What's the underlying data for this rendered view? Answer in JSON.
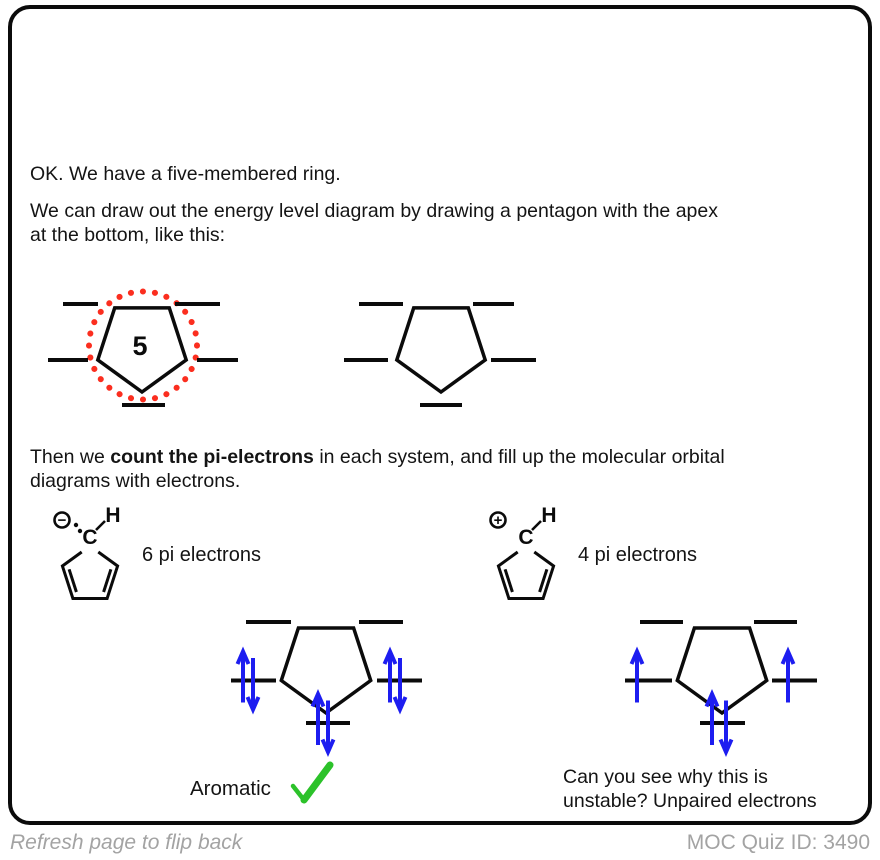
{
  "colors": {
    "ink": "#0b0b0b",
    "accent_red": "#fb2e1f",
    "electron_blue": "#1d1df0",
    "check_green": "#2cc22a",
    "footer_gray": "#a3a3a3"
  },
  "intro": {
    "line1": "OK. We have a five-membered ring."
  },
  "instruction": {
    "line1": "We can draw out the energy level diagram by drawing a pentagon with the apex",
    "line2": "at the bottom, like this:"
  },
  "count_text": {
    "pre": "Then we ",
    "bold": "count the pi-electrons",
    "post": " in each system, and fill up the molecular orbital",
    "line2": "diagrams with electrons."
  },
  "frost_circle": {
    "vertex_count_label": "5",
    "ring_size": 5,
    "energy_levels": [
      "1 lowest (apex)",
      "2 degenerate middle",
      "2 degenerate top"
    ]
  },
  "molecules": {
    "anion": {
      "carbon_label": "C",
      "hydrogen_label": "H",
      "charge_symbol": "−",
      "charge": "negative",
      "lone_pair": true,
      "caption": "6 pi electrons"
    },
    "cation": {
      "carbon_label": "C",
      "hydrogen_label": "H",
      "charge_symbol": "+",
      "charge": "positive",
      "lone_pair": false,
      "caption": "4 pi electrons"
    }
  },
  "mo_left": {
    "electron_count": 6,
    "occupancy": {
      "bottom": "paired",
      "middle_left": "paired",
      "middle_right": "paired",
      "top_left": "empty",
      "top_right": "empty"
    },
    "result_label": "Aromatic",
    "result_icon": "check-mark"
  },
  "mo_right": {
    "electron_count": 4,
    "occupancy": {
      "bottom": "paired",
      "middle_left": "single-up",
      "middle_right": "single-up",
      "top_left": "empty",
      "top_right": "empty"
    },
    "caption_line1": "Can you see why this is",
    "caption_line2": "unstable? Unpaired electrons"
  },
  "footer": {
    "flip_hint": "Refresh page to flip back",
    "quiz_id": "MOC Quiz ID: 3490"
  }
}
